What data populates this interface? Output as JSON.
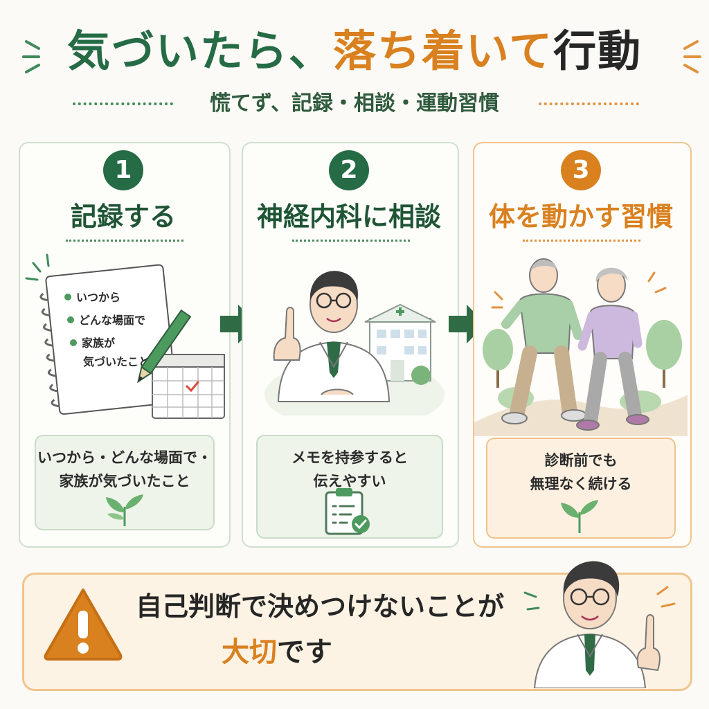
{
  "header": {
    "title_part1": "気づいたら、",
    "title_part2": "落ち着いて",
    "title_part3": "行動",
    "subtitle": "慌てず、記録・相談・運動習慣"
  },
  "steps": [
    {
      "number": "1",
      "title": "記録する",
      "notebook_items": [
        "いつから",
        "どんな場面で",
        "家族が",
        "気づいたこと"
      ],
      "note_line1": "いつから・どんな場面で・",
      "note_line2": "家族が気づいたこと"
    },
    {
      "number": "2",
      "title": "神経内科に相談",
      "note_line1": "メモを持参すると",
      "note_line2": "伝えやすい"
    },
    {
      "number": "3",
      "title": "体を動かす習慣",
      "note_line1": "診断前でも",
      "note_line2": "無理なく続ける"
    }
  ],
  "banner": {
    "line1": "自己判断で決めつけないことが",
    "line2_highlight": "大切",
    "line2_rest": "です"
  },
  "colors": {
    "green": "#256b45",
    "orange": "#d9801f",
    "background": "#fbfaf6"
  }
}
